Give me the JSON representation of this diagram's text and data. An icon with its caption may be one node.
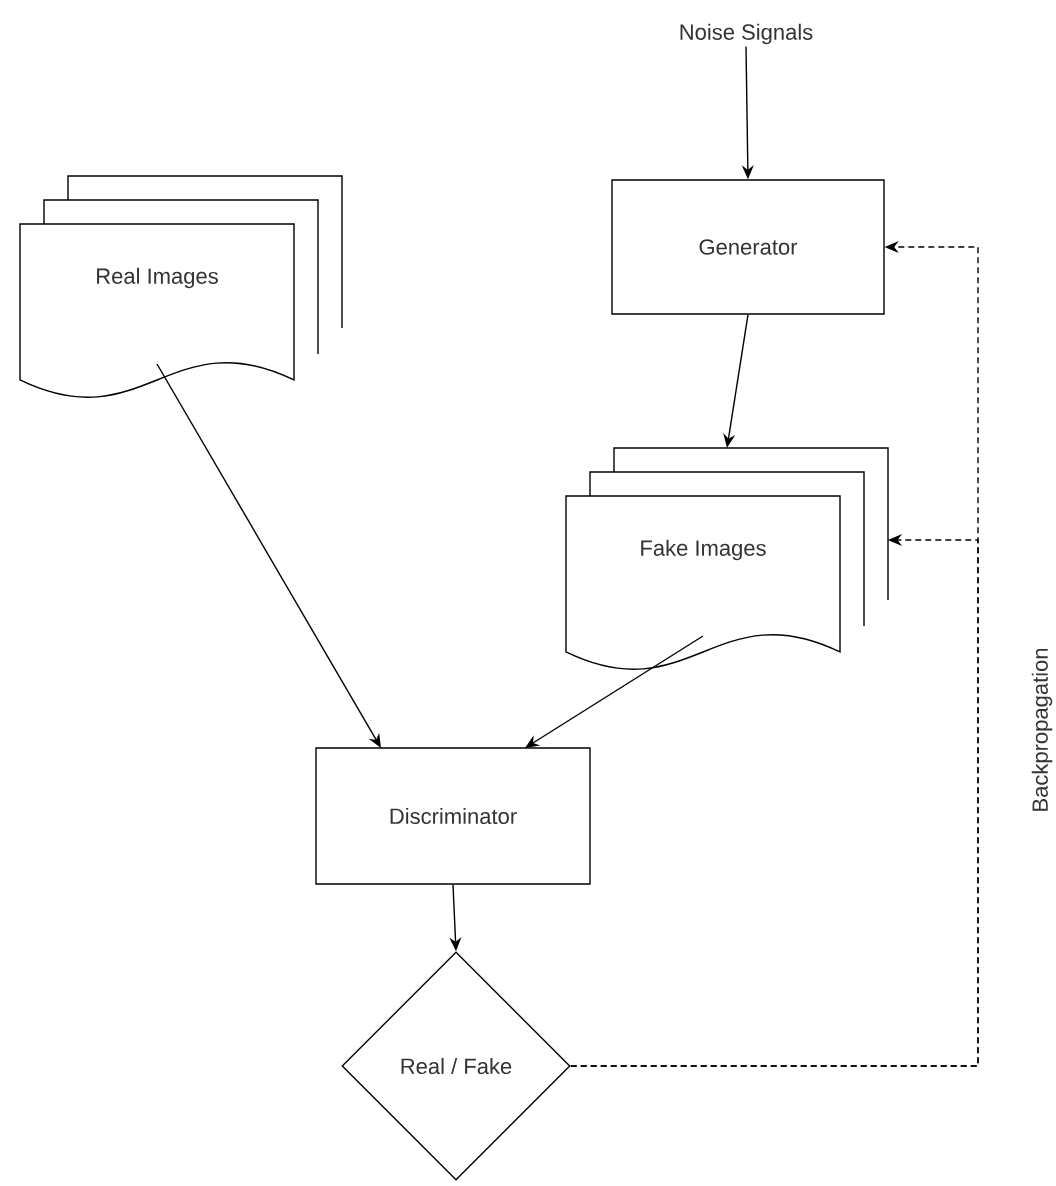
{
  "diagram": {
    "nodes": [
      {
        "text": [
          "Noise Signals"
        ]
      },
      {
        "text": [
          "Generator"
        ]
      },
      {
        "text": [
          "Real Images"
        ]
      },
      {
        "text": [
          "Fake Images"
        ]
      },
      {
        "text": [
          "Discriminator"
        ]
      },
      {
        "text": [
          "Real / Fake"
        ]
      }
    ],
    "edges": [
      {
        "from": 0,
        "to": 1,
        "arrow": "to"
      },
      {
        "from": 1,
        "to": 3,
        "arrow": "to"
      },
      {
        "from": 2,
        "to": 4,
        "arrow": "to"
      },
      {
        "from": 3,
        "to": 4,
        "arrow": "to"
      },
      {
        "from": 4,
        "to": 5,
        "arrow": "to"
      },
      {
        "from": 5,
        "to": 1,
        "arrow": "to",
        "style": "dashed"
      },
      {
        "from": 5,
        "to": 3,
        "arrow": "to",
        "style": "dashed"
      }
    ],
    "labels": [
      "Backpropagation"
    ]
  }
}
